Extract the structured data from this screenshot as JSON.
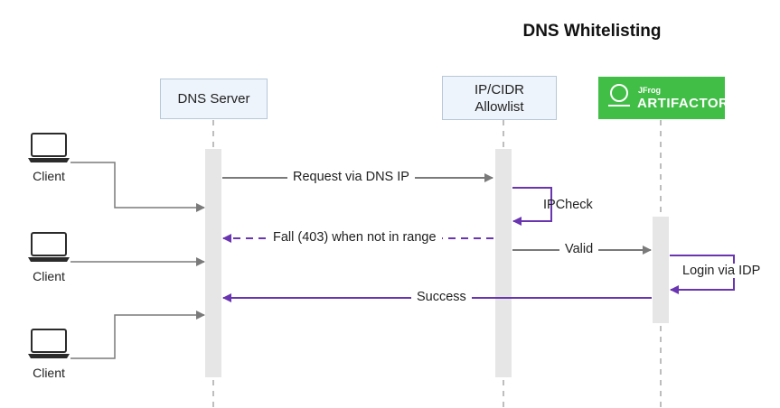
{
  "title": "DNS Whitelisting",
  "participants": {
    "dns_server": "DNS Server",
    "allowlist_line1": "IP/CIDR",
    "allowlist_line2": "Allowlist",
    "artifactory_brand": "JFrog",
    "artifactory_name": "ARTIFACTORY"
  },
  "clients": [
    "Client",
    "Client",
    "Client"
  ],
  "messages": {
    "request": "Request via DNS IP",
    "ipcheck": "IPCheck",
    "fall": "Fall (403) when not in range",
    "valid": "Valid",
    "login": "Login via IDP",
    "success": "Success"
  },
  "colors": {
    "gray_arrow": "#7a7a7a",
    "purple_arrow": "#6a35b0",
    "activation": "#e6e6e6",
    "artifactory_green": "#40be46",
    "box_fill": "#eef4fb"
  }
}
